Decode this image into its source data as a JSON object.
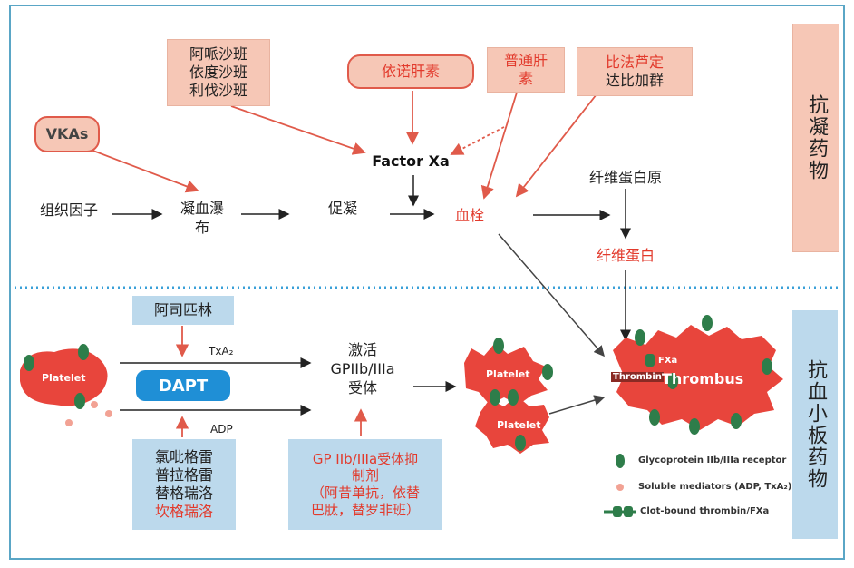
{
  "upper": {
    "drug_xa_inhibitors": "阿哌沙班\n依度沙班\n利伐沙班",
    "drug_enoxaparin": "依诺肝素",
    "drug_heparin": "普通肝\n素",
    "drug_dti": "比法芦定\n达比加群",
    "drug_vkas": "VKAs",
    "factor_xa": "Factor Xa",
    "tissue_factor": "组织因子",
    "coag_cascade": "凝血瀑\n布",
    "procoagulant": "促凝",
    "clot": "血栓",
    "fibrinogen": "纤维蛋白原",
    "fibrin": "纤维蛋白",
    "side_label": "抗凝药物"
  },
  "lower": {
    "aspirin": "阿司匹林",
    "txa2": "TxA₂",
    "dapt": "DAPT",
    "adp": "ADP",
    "p2y12_black": "氯吡格雷\n普拉格雷\n替格瑞洛",
    "p2y12_red": "坎格瑞洛",
    "activate": "激活\nGPIIb/IIIa\n受体",
    "gp_inhibitors": "GP IIb/IIIa受体抑\n制剂\n（阿昔单抗，依替\n巴肽，替罗非班）",
    "platelet": "Platelet",
    "thrombin": "Thrombin",
    "fxa": "FXa",
    "thrombus": "Thrombus",
    "side_label": "抗血小板药物"
  },
  "legend": {
    "items": [
      {
        "icon": "glycoprotein-receptor-icon",
        "text": "Glycoprotein IIb/IIIa receptor"
      },
      {
        "icon": "soluble-mediator-icon",
        "text": "Soluble mediators (ADP, TxA₂)"
      },
      {
        "icon": "clot-bound-thrombin-icon",
        "text": "Clot-bound thrombin/FXa"
      }
    ]
  },
  "colors": {
    "frame": "#5aa6c6",
    "salmon": "#f6c7b6",
    "blue_box": "#bcd9ec",
    "red_text": "#e23a2c",
    "arrow_red": "#e05a4a",
    "platelet": "#e8453c",
    "receptor": "#2e7d4a",
    "dapt": "#1f8fd6",
    "divider": "#3aa0d8"
  }
}
